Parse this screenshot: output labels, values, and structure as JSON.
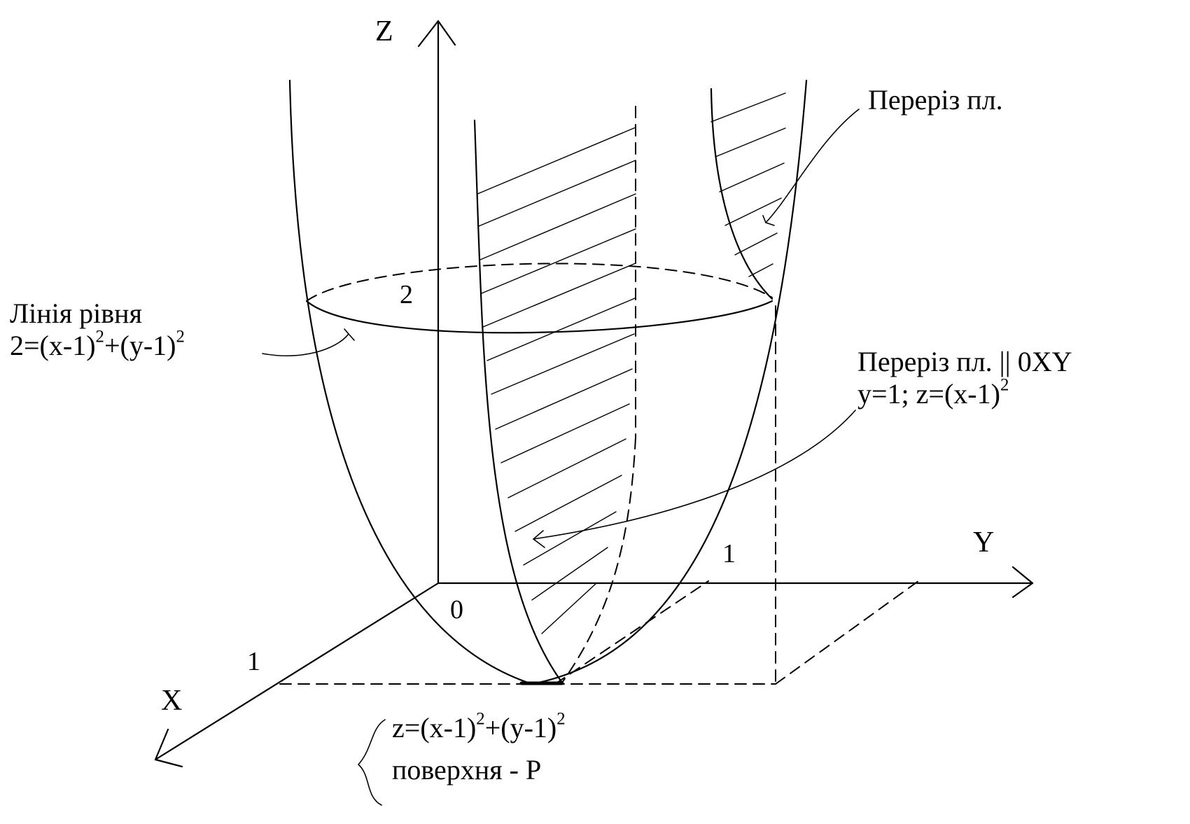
{
  "axes": {
    "x_label": "X",
    "y_label": "Y",
    "z_label": "Z",
    "origin_label": "0",
    "x_tick_label": "1",
    "y_tick_label": "1",
    "level_value_label": "2"
  },
  "annotations": {
    "section_plane": "Переріз пл.",
    "level_line_title": "Лінія рівня",
    "level_line_eq": {
      "a": "2=(x-1)",
      "sup1": "2",
      "b": "+(y-1)",
      "sup2": "2"
    },
    "section_parallel_title": "Переріз пл. || 0XY",
    "section_parallel_eq": {
      "a": "y=1; z=(x-1)",
      "sup1": "2"
    },
    "surface_eq": {
      "a": "z=(x-1)",
      "sup1": "2",
      "b": "+(y-1)",
      "sup2": "2"
    },
    "surface_name": "поверхня - P"
  },
  "colors": {
    "ink": "#000000",
    "background": "#ffffff"
  }
}
